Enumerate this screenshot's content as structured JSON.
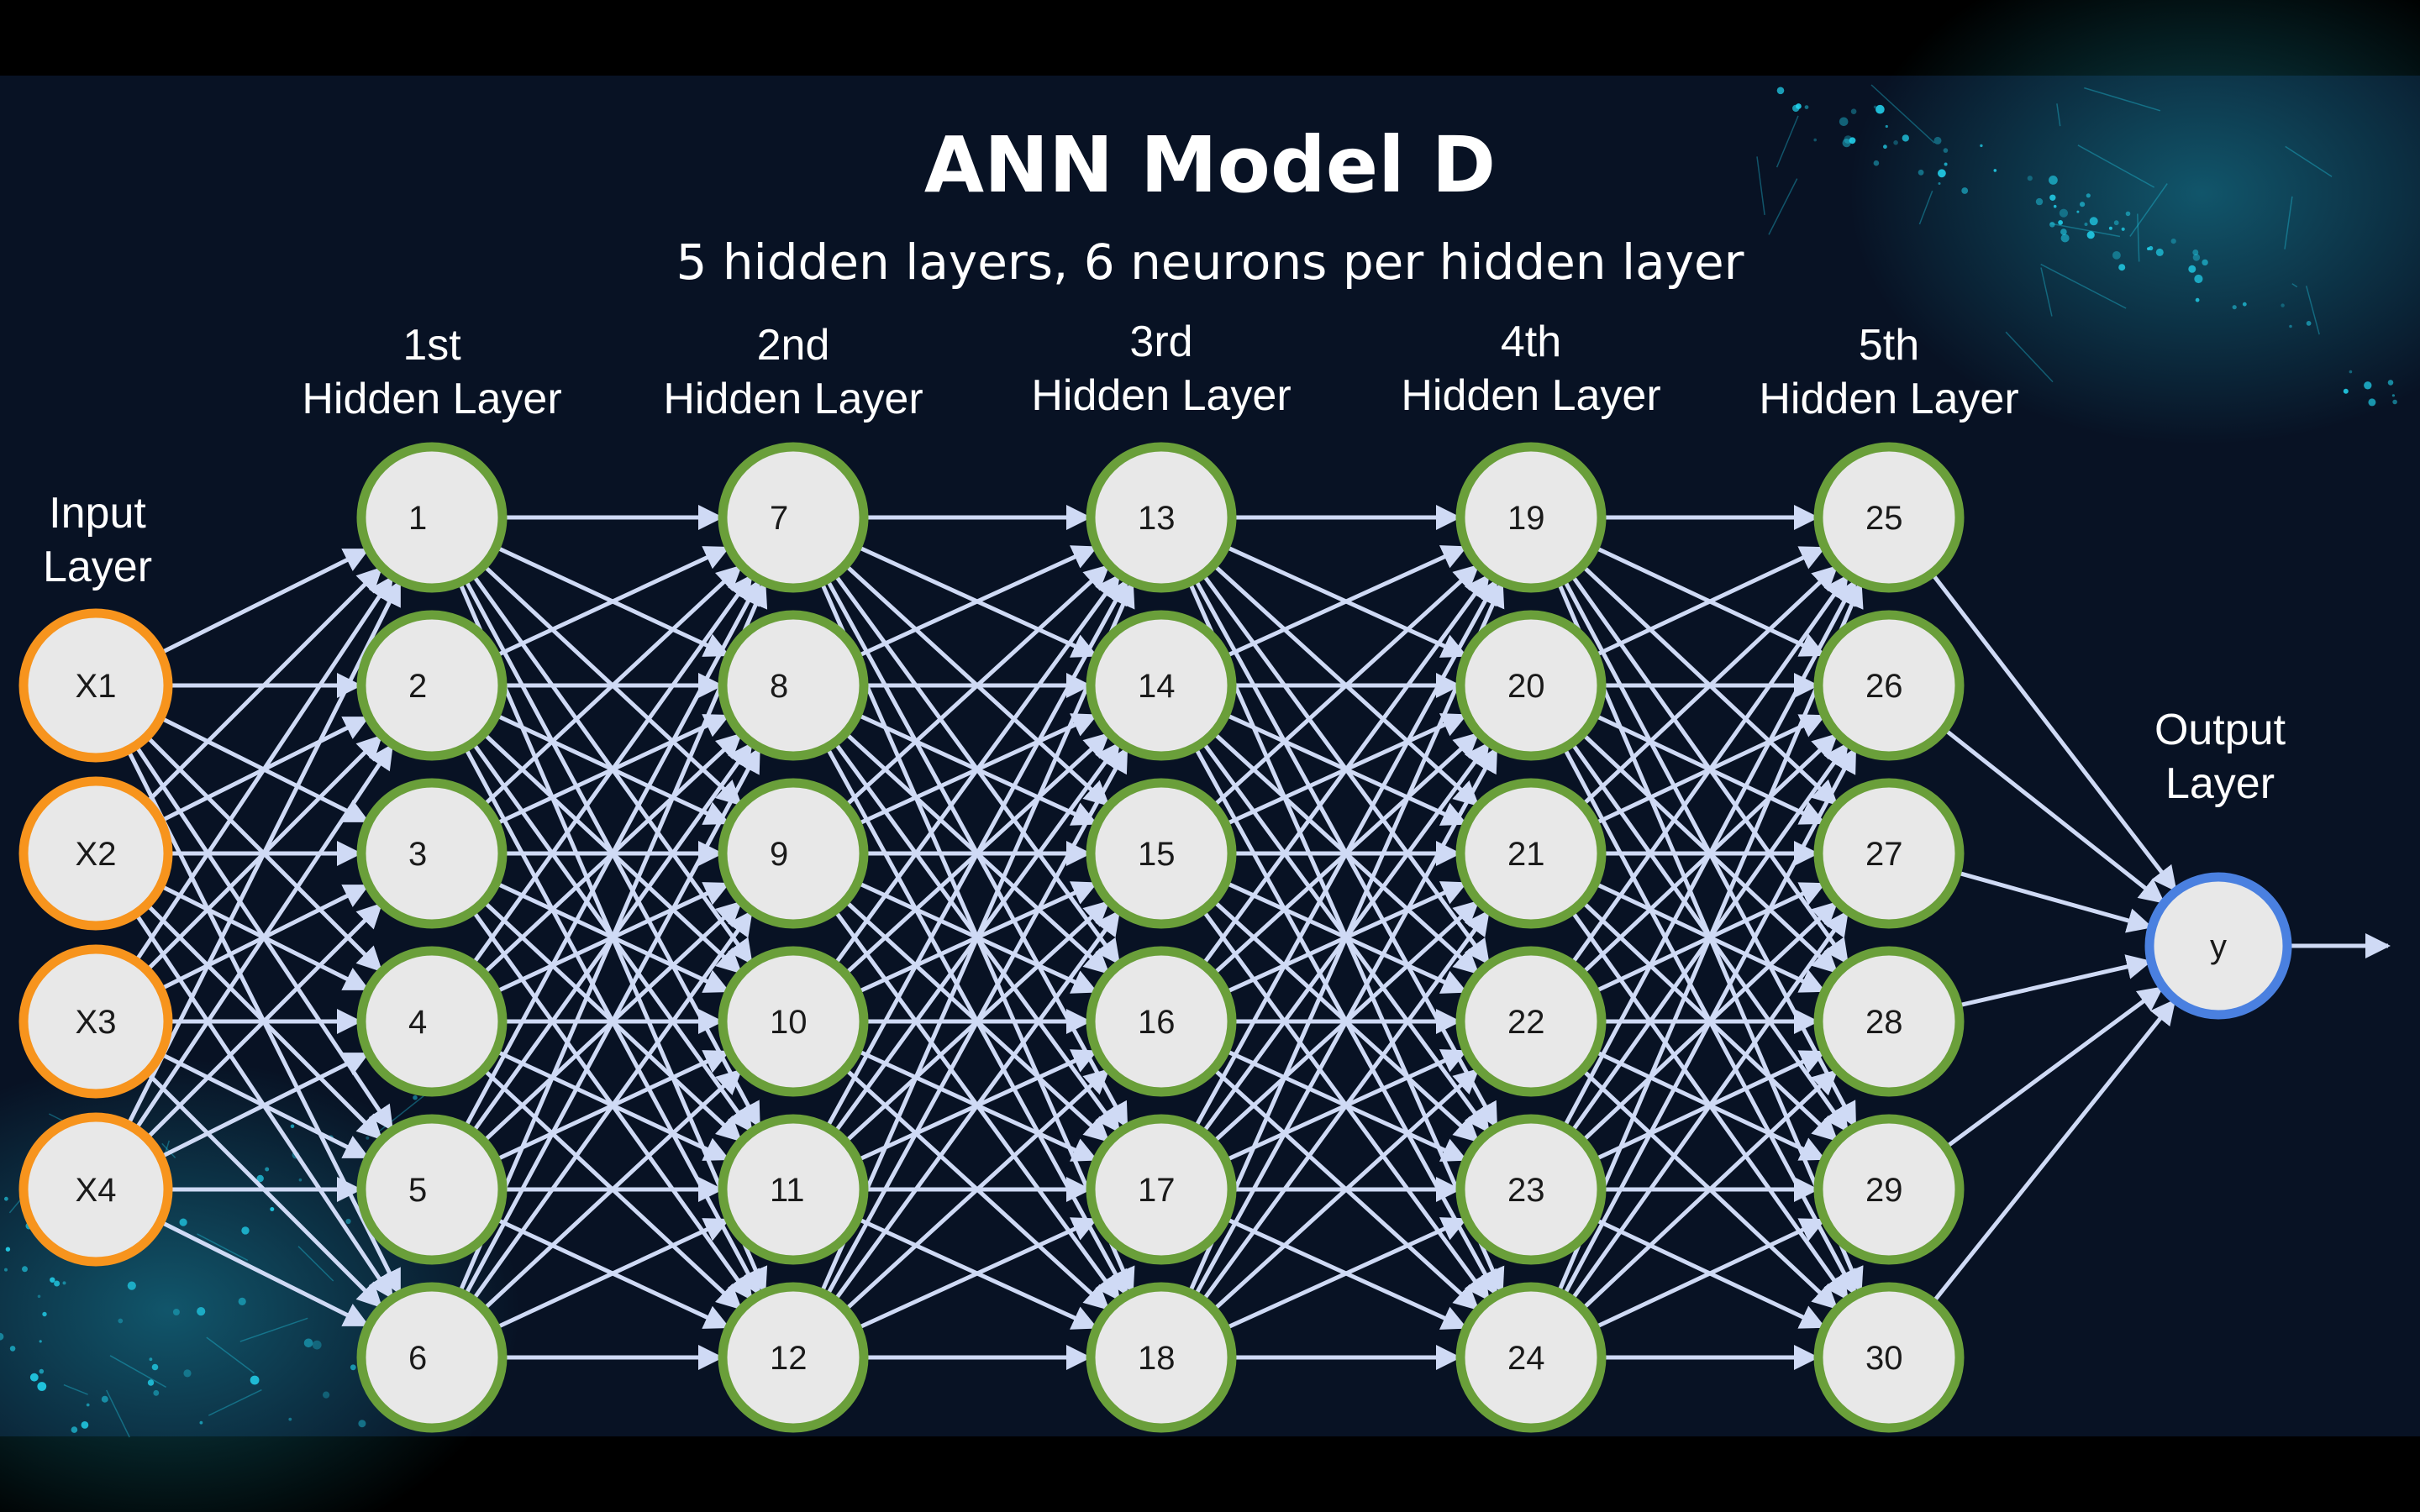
{
  "slide": {
    "title": "ANN Model D",
    "subtitle": "5 hidden layers, 6 neurons per hidden layer"
  },
  "colors": {
    "background": "#081224",
    "letterbox": "#000000",
    "edge": "#cfdaf5",
    "node_fill": "#e8e8e8",
    "input_border": "#f7941d",
    "hidden_border": "#6a9f3a",
    "output_border": "#4a80e0",
    "text_white": "#ffffff",
    "node_text": "#1a1a1a",
    "glow": "#22d3ee"
  },
  "layers": [
    {
      "id": "input",
      "kind": "input",
      "label_lines": [
        "Input",
        "Layer"
      ],
      "nodes": [
        "X1",
        "X2",
        "X3",
        "X4"
      ]
    },
    {
      "id": "hidden1",
      "kind": "hidden",
      "label_lines": [
        "1st",
        "Hidden Layer"
      ],
      "nodes": [
        "1",
        "2",
        "3",
        "4",
        "5",
        "6"
      ]
    },
    {
      "id": "hidden2",
      "kind": "hidden",
      "label_lines": [
        "2nd",
        "Hidden Layer"
      ],
      "nodes": [
        "7",
        "8",
        "9",
        "10",
        "11",
        "12"
      ]
    },
    {
      "id": "hidden3",
      "kind": "hidden",
      "label_lines": [
        "3rd",
        "Hidden Layer"
      ],
      "nodes": [
        "13",
        "14",
        "15",
        "16",
        "17",
        "18"
      ]
    },
    {
      "id": "hidden4",
      "kind": "hidden",
      "label_lines": [
        "4th",
        "Hidden Layer"
      ],
      "nodes": [
        "19",
        "20",
        "21",
        "22",
        "23",
        "24"
      ]
    },
    {
      "id": "hidden5",
      "kind": "hidden",
      "label_lines": [
        "5th",
        "Hidden Layer"
      ],
      "nodes": [
        "25",
        "26",
        "27",
        "28",
        "29",
        "30"
      ]
    },
    {
      "id": "output",
      "kind": "output",
      "label_lines": [
        "Output",
        "Layer"
      ],
      "nodes": [
        "y"
      ]
    }
  ],
  "connectivity": "fully-connected",
  "output_arrow": true
}
